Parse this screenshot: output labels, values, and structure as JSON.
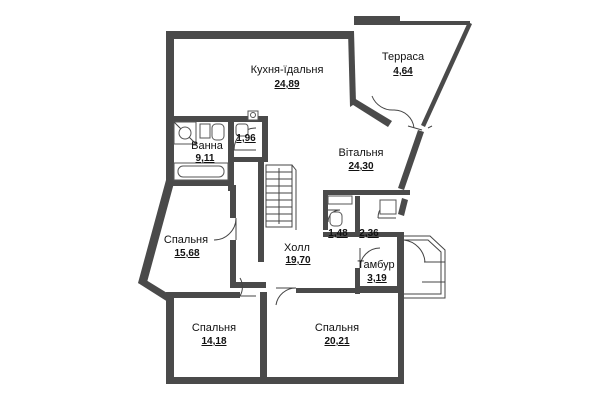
{
  "rooms": [
    {
      "id": "kitchen",
      "name": "Кухня-їдальня",
      "area": "24,89"
    },
    {
      "id": "terrace",
      "name": "Терраса",
      "area": "4,64"
    },
    {
      "id": "wc",
      "name": "",
      "area": "1,96"
    },
    {
      "id": "bathroom",
      "name": "Ванна",
      "area": "9,11"
    },
    {
      "id": "living",
      "name": "Вітальня",
      "area": "24,30"
    },
    {
      "id": "storage",
      "name": "",
      "area": "1,48"
    },
    {
      "id": "boiler",
      "name": "",
      "area": "2,36"
    },
    {
      "id": "bedroom-left",
      "name": "Спальня",
      "area": "15,68"
    },
    {
      "id": "hall",
      "name": "Холл",
      "area": "19,70"
    },
    {
      "id": "vestibule",
      "name": "Тамбур",
      "area": "3,19"
    },
    {
      "id": "bedroom-bottom-left",
      "name": "Спальня",
      "area": "14,18"
    },
    {
      "id": "bedroom-bottom-right",
      "name": "Спальня",
      "area": "20,21"
    }
  ],
  "colors": {
    "wall": "#4a4a4a",
    "line": "#444444",
    "text": "#111111",
    "background": "#ffffff"
  }
}
